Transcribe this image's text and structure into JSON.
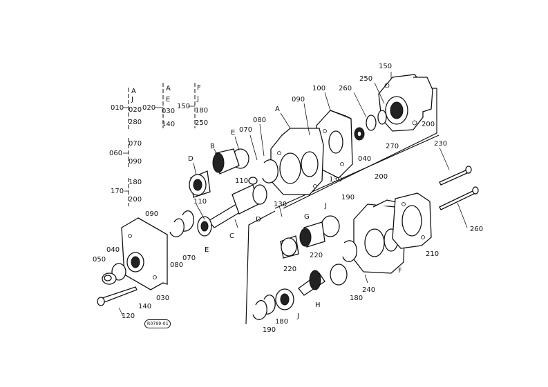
{
  "legend": {
    "groups": [
      {
        "parent": "010",
        "items": [
          "A",
          "J",
          "020",
          "280"
        ]
      },
      {
        "parent": "020",
        "items": [
          "A",
          "E",
          "030",
          "140"
        ]
      },
      {
        "parent": "150",
        "items": [
          "F",
          "J",
          "180",
          "250"
        ]
      },
      {
        "parent": "060",
        "items": [
          "070",
          "090"
        ]
      },
      {
        "parent": "170",
        "items": [
          "180",
          "200"
        ]
      }
    ]
  },
  "callouts": {
    "c150": "150",
    "c250": "250",
    "c260": "260",
    "c100": "100",
    "c090a": "090",
    "cA": "A",
    "c080a": "080",
    "c070a": "070",
    "cE": "E",
    "cB": "B",
    "cD": "D",
    "c110a": "110",
    "c130a": "130",
    "c130b": "130",
    "c040a": "040",
    "c270": "270",
    "c200a": "200",
    "c230": "230",
    "c200b": "200",
    "c190a": "190",
    "cJa": "J",
    "cG": "G",
    "c260b": "260",
    "c210": "210",
    "cF": "F",
    "c220a": "220",
    "c220b": "220",
    "c240": "240",
    "c180a": "180",
    "cH": "H",
    "cJb": "J",
    "c180b": "180",
    "c190b": "190",
    "c110b": "110",
    "cD2": "D",
    "cC": "C",
    "cE2": "E",
    "c090b": "090",
    "c070b": "070",
    "c080b": "080",
    "c040b": "040",
    "c050": "050",
    "c140": "140",
    "c030": "030",
    "c120": "120"
  },
  "stamp": "R0799-01"
}
